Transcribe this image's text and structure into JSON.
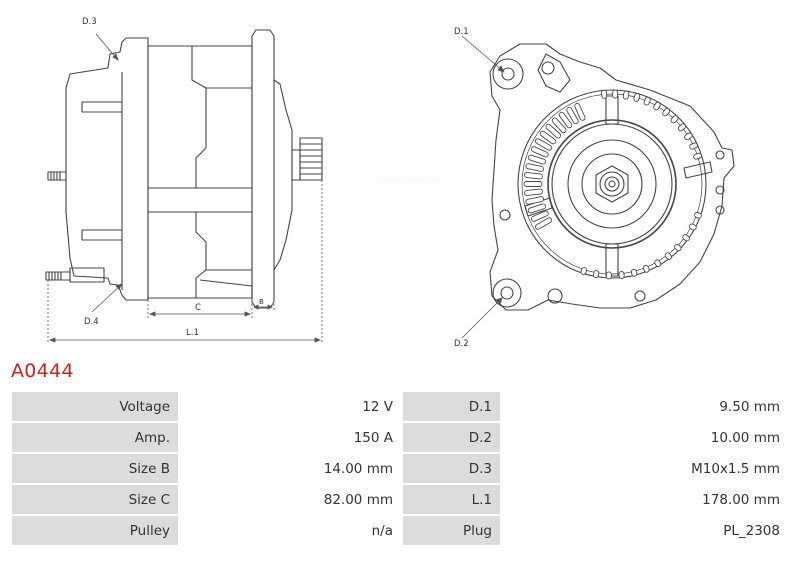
{
  "part_number": "A0444",
  "labels": {
    "d1": "D.1",
    "d2": "D.2",
    "d3": "D.3",
    "d4": "D.4",
    "c": "C",
    "b": "B",
    "l1": "L.1"
  },
  "specs": [
    {
      "label": "Voltage",
      "value": "12 V",
      "label2": "D.1",
      "value2": "9.50 mm"
    },
    {
      "label": "Amp.",
      "value": "150 A",
      "label2": "D.2",
      "value2": "10.00 mm"
    },
    {
      "label": "Size B",
      "value": "14.00 mm",
      "label2": "D.3",
      "value2": "M10x1.5 mm"
    },
    {
      "label": "Size C",
      "value": "82.00 mm",
      "label2": "L.1",
      "value2": "178.00 mm"
    },
    {
      "label": "Pulley",
      "value": "n/a",
      "label2": "Plug",
      "value2": "PL_2308"
    }
  ]
}
